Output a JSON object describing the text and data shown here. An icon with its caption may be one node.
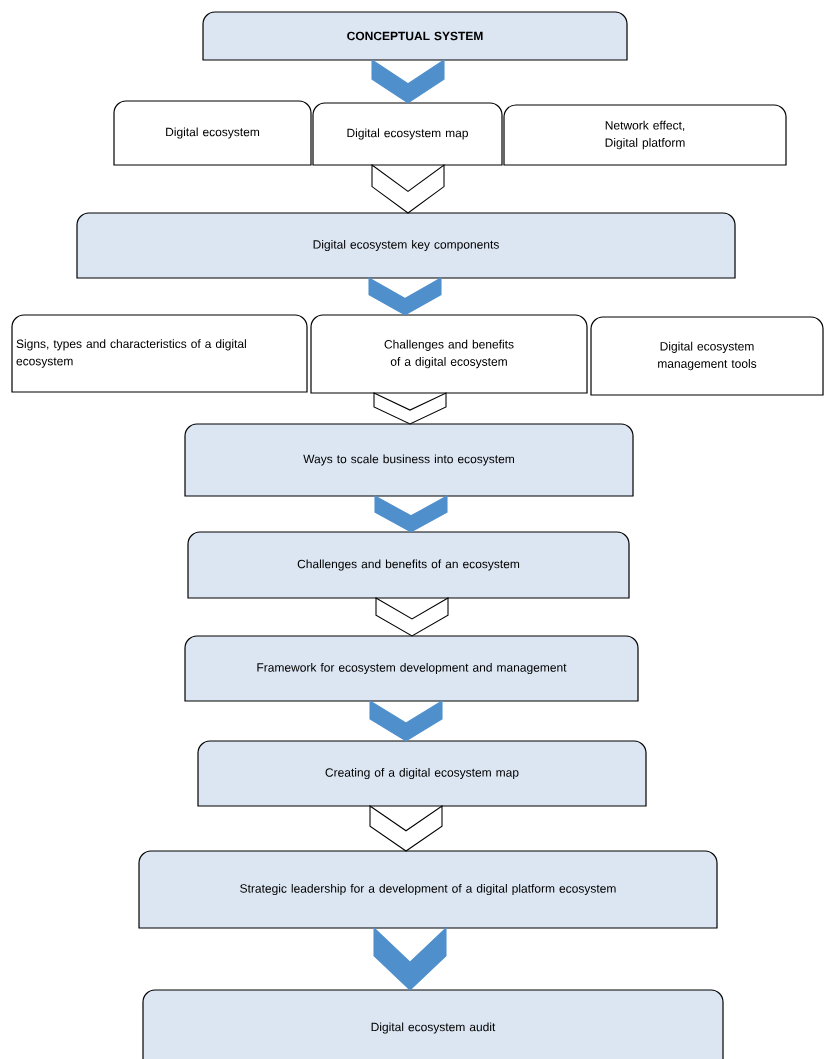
{
  "diagram": {
    "nodes": [
      {
        "text": [
          "CONCEPTUAL SYSTEM"
        ]
      },
      {
        "text": [
          "Digital ecosystem"
        ]
      },
      {
        "text": [
          "Digital ecosystem map"
        ]
      },
      {
        "text": [
          "Network effect, Digital platform"
        ]
      },
      {
        "text": [
          "Digital ecosystem key components"
        ]
      },
      {
        "text": [
          "Signs, types and characteristics of a digital ecosystem"
        ]
      },
      {
        "text": [
          "Challenges and benefits of a digital ecosystem"
        ]
      },
      {
        "text": [
          "Digital ecosystem management tools"
        ]
      },
      {
        "text": [
          "Ways to scale business into ecosystem"
        ]
      },
      {
        "text": [
          "Challenges and benefits of an ecosystem"
        ]
      },
      {
        "text": [
          "Framework for ecosystem development and management"
        ]
      },
      {
        "text": [
          "Creating of a digital ecosystem map"
        ]
      },
      {
        "text": [
          "Strategic leadership for a development of a digital platform ecosystem"
        ]
      },
      {
        "text": [
          "Digital ecosystem audit"
        ]
      }
    ],
    "edges": [
      {
        "from": 0,
        "to": 2,
        "arrow": "to"
      },
      {
        "from": 2,
        "to": 4,
        "arrow": "to",
        "color": "#ffffff"
      },
      {
        "from": 4,
        "to": 6,
        "arrow": "to"
      },
      {
        "from": 6,
        "to": 8,
        "arrow": "to",
        "color": "#ffffff"
      },
      {
        "from": 8,
        "to": 9,
        "arrow": "to"
      },
      {
        "from": 9,
        "to": 10,
        "arrow": "to",
        "color": "#ffffff"
      },
      {
        "from": 10,
        "to": 11,
        "arrow": "to"
      },
      {
        "from": 11,
        "to": 12,
        "arrow": "to",
        "color": "#ffffff"
      },
      {
        "from": 12,
        "to": 13,
        "arrow": "to"
      }
    ]
  }
}
